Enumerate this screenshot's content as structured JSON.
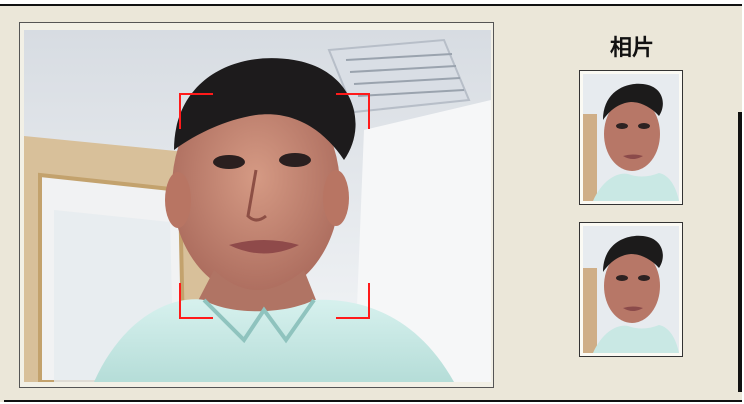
{
  "photos_panel": {
    "title": "相片",
    "thumbnails": [
      "photo-1",
      "photo-2"
    ]
  },
  "camera_view": {
    "face_frame_color": "#ff1a1a"
  },
  "colors": {
    "window_background": "#ebe7d9"
  }
}
